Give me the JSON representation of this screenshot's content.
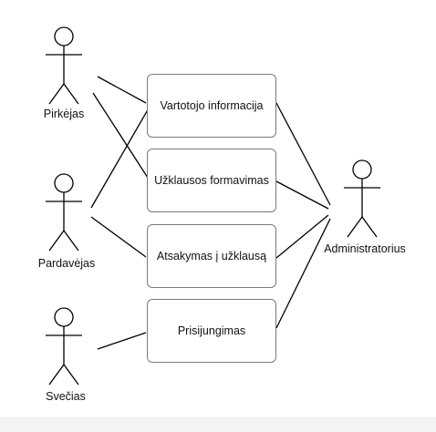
{
  "actors": {
    "buyer": "Pirkėjas",
    "seller": "Pardavėjas",
    "guest": "Svečias",
    "admin": "Administratorius"
  },
  "use_cases": {
    "user_info": "Vartotojo informacija",
    "form_request": "Užklausos formavimas",
    "answer_request": "Atsakymas į užklausą",
    "login": "Prisijungimas"
  }
}
